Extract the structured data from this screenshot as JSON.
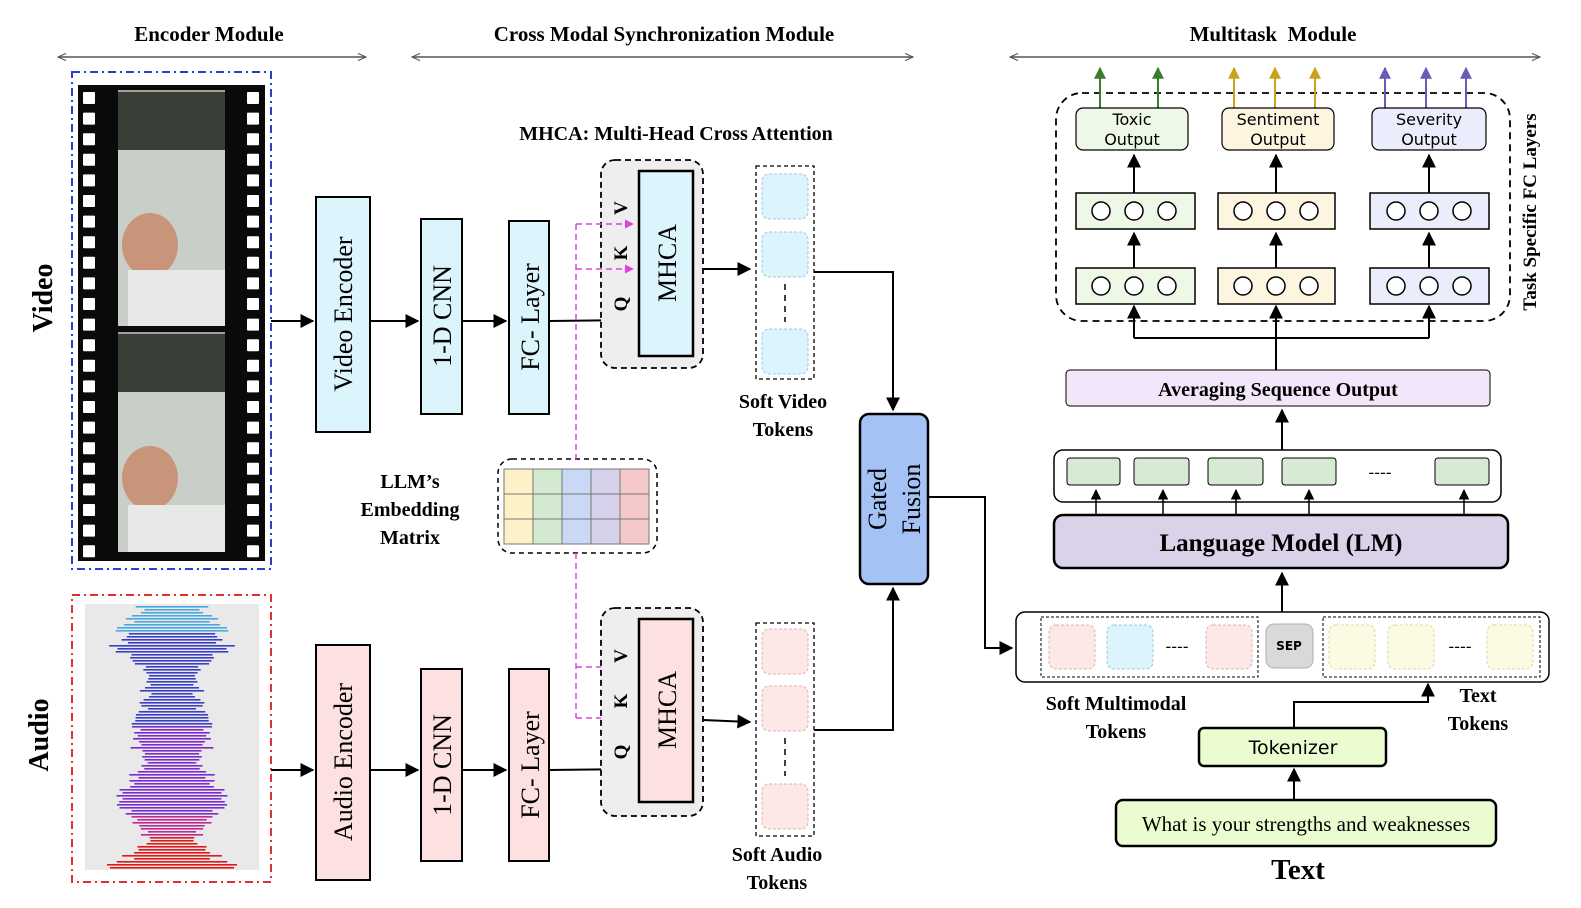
{
  "headers": {
    "encoder": "Encoder Module",
    "cross_modal": "Cross Modal Synchronization Module",
    "multitask": "Multitask  Module"
  },
  "side_labels": {
    "video": "Video",
    "audio": "Audio",
    "task_specific": "Task Specific FC Layers"
  },
  "video_branch": {
    "encoder": "Video Encoder",
    "cnn": "1-D CNN",
    "fc": "FC- Layer",
    "mhca": "MHCA",
    "soft_tokens_line1": "Soft Video",
    "soft_tokens_line2": "Tokens"
  },
  "audio_branch": {
    "encoder": "Audio Encoder",
    "cnn": "1-D CNN",
    "fc": "FC- Layer",
    "mhca": "MHCA",
    "soft_tokens_line1": "Soft Audio",
    "soft_tokens_line2": "Tokens"
  },
  "mhca_title": "MHCA: Multi-Head Cross Attention",
  "qkv": {
    "q": "Q",
    "k": "K",
    "v": "V"
  },
  "embedding_label": {
    "line1": "LLM’s",
    "line2": "Embedding",
    "line3": "Matrix"
  },
  "gated_fusion": {
    "line1": "Gated",
    "line2": "Fusion"
  },
  "outputs": {
    "toxic": {
      "line1": "Toxic",
      "line2": "Output"
    },
    "sentiment": {
      "line1": "Sentiment",
      "line2": "Output"
    },
    "severity": {
      "line1": "Severity",
      "line2": "Output"
    }
  },
  "averaging": "Averaging Sequence Output",
  "language_model": "Language Model (LM)",
  "sep": "SEP",
  "soft_multimodal": {
    "line1": "Soft Multimodal",
    "line2": "Tokens"
  },
  "text_tokens": {
    "line1": "Text",
    "line2": "Tokens"
  },
  "tokenizer": "Tokenizer",
  "input_text": "What is your strengths and weaknesses",
  "text_label": "Text",
  "dashes": "----",
  "vdash": "---",
  "colors": {
    "video_blue": "#dcf4fb",
    "audio_pink": "#fde0e0",
    "gated_fusion": "#a4c2f4",
    "green_arrow": "#3a7d2c",
    "gold_arrow": "#c9a31c",
    "purple_arrow": "#6b5bb5",
    "magenta": "#e040e0",
    "lm_purple": "#d9d2e9",
    "averaging": "#f3e6fb",
    "tokenizer": "#eafcd0"
  }
}
